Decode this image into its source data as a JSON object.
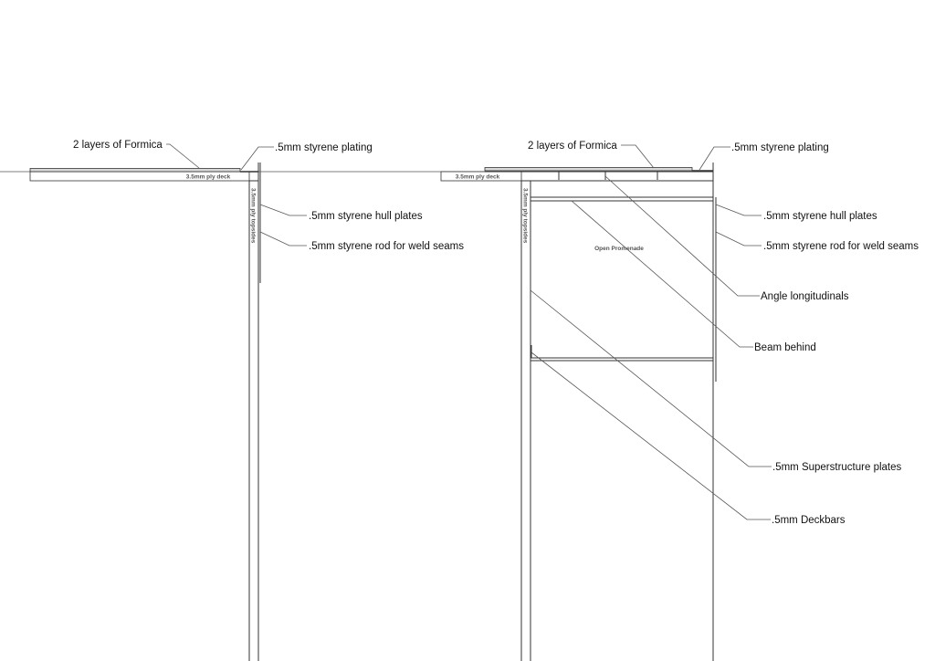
{
  "left_section": {
    "formica_label": "2 layers of Formica",
    "plating_label": ".5mm styrene plating",
    "deck_label": "3.5mm ply deck",
    "topsides_label": "3.5mm ply topsides",
    "hull_plates_label": ".5mm styrene hull plates",
    "weld_rod_label": ".5mm styrene rod for weld seams"
  },
  "right_section": {
    "formica_label": "2 layers of Formica",
    "plating_label": ".5mm styrene plating",
    "deck_label": "3.5mm ply deck",
    "topsides_label": "3.5mm ply topsides",
    "hull_plates_label": ".5mm styrene hull plates",
    "weld_rod_label": ".5mm styrene rod for weld seams",
    "promenade_label": "Open Promenade",
    "longitudinals_label": "Angle longitudinals",
    "beam_label": "Beam behind",
    "superstructure_label": ".5mm Superstructure plates",
    "deckbars_label": ".5mm Deckbars"
  }
}
